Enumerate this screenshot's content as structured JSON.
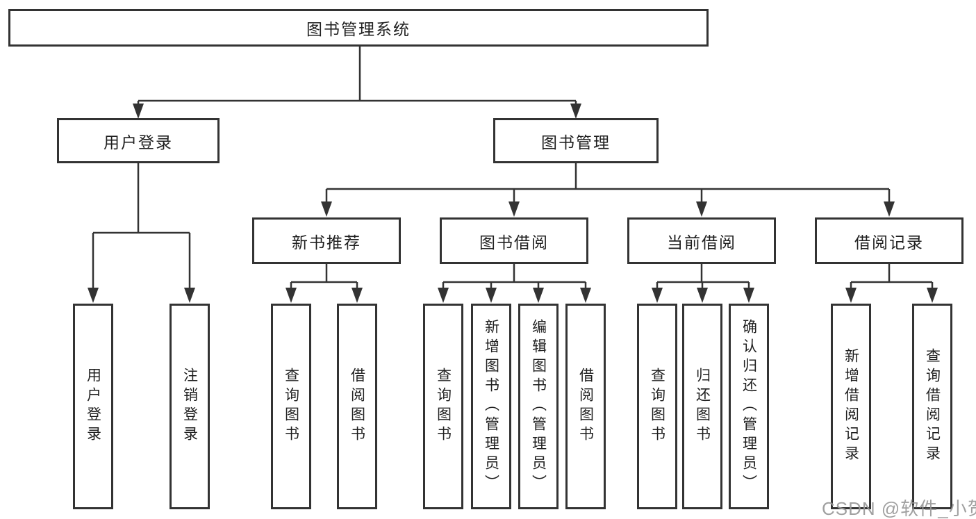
{
  "diagram": {
    "title": "图书管理系统",
    "watermark": "CSDN @软件_小贺同学",
    "colors": {
      "line": "#333333",
      "text": "#1f1f1f",
      "background": "#ffffff",
      "watermark": "#989898"
    },
    "tree": {
      "label": "图书管理系统",
      "children": [
        {
          "label": "用户登录",
          "children": [
            {
              "label": "用户登录"
            },
            {
              "label": "注销登录"
            }
          ]
        },
        {
          "label": "图书管理",
          "children": [
            {
              "label": "新书推荐",
              "children": [
                {
                  "label": "查询图书"
                },
                {
                  "label": "借阅图书"
                }
              ]
            },
            {
              "label": "图书借阅",
              "children": [
                {
                  "label": "查询图书"
                },
                {
                  "label": "新增图书（管理员）"
                },
                {
                  "label": "编辑图书（管理员）"
                },
                {
                  "label": "借阅图书"
                }
              ]
            },
            {
              "label": "当前借阅",
              "children": [
                {
                  "label": "查询图书"
                },
                {
                  "label": "归还图书"
                },
                {
                  "label": "确认归还（管理员）"
                }
              ]
            },
            {
              "label": "借阅记录",
              "children": [
                {
                  "label": "新增借阅记录"
                },
                {
                  "label": "查询借阅记录"
                }
              ]
            }
          ]
        }
      ]
    }
  }
}
